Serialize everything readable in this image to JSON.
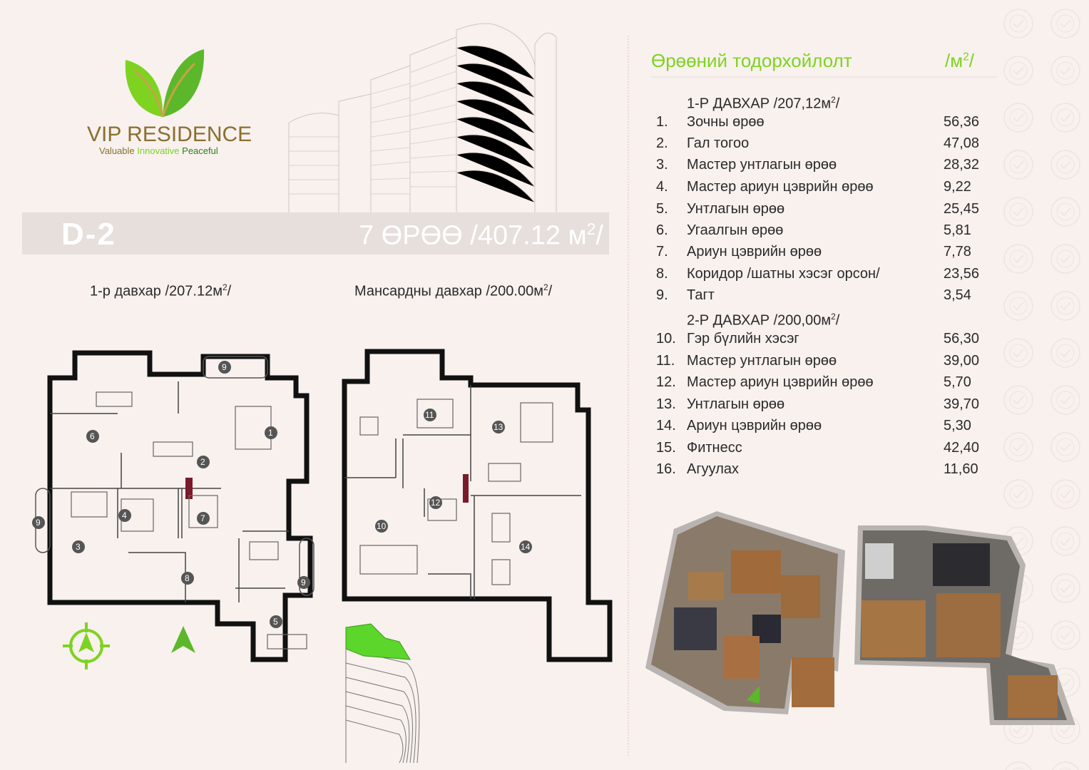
{
  "brand": {
    "name": "VIP RESIDENCE",
    "tagline": [
      "Valuable",
      "Innovative",
      "Peaceful"
    ],
    "colors": {
      "green": "#7ed321",
      "gold": "#8a6f2e",
      "dark_green": "#2e7d1f"
    }
  },
  "apartment": {
    "code": "D-2",
    "summary_main": "7 ӨРӨӨ /407.12 м",
    "summary_sup": "2",
    "summary_end": "/"
  },
  "floors": {
    "first": {
      "label": "1-р давхар /207.12м",
      "sup": "2",
      "end": "/"
    },
    "mansard": {
      "label": "Мансардны давхар /200.00м",
      "sup": "2",
      "end": "/"
    }
  },
  "spec": {
    "title": "Өрөөний тодорхойлолт",
    "unit": "/м",
    "unit_sup": "2",
    "unit_end": "/",
    "sections": [
      {
        "heading": "1-Р ДАВХАР  /207,12м",
        "heading_sup": "2",
        "heading_end": "/",
        "rows": [
          {
            "num": "1.",
            "name": "Зочны өрөө",
            "area": "56,36"
          },
          {
            "num": "2.",
            "name": "Гал тогоо",
            "area": "47,08"
          },
          {
            "num": "3.",
            "name": "Мастер унтлагын өрөө",
            "area": "28,32"
          },
          {
            "num": "4.",
            "name": "Мастер ариун цэврийн өрөө",
            "area": "9,22"
          },
          {
            "num": "5.",
            "name": "Унтлагын өрөө",
            "area": "25,45"
          },
          {
            "num": "6.",
            "name": "Угаалгын өрөө",
            "area": "5,81"
          },
          {
            "num": "7.",
            "name": "Ариун цэврийн өрөө",
            "area": "7,78"
          },
          {
            "num": "8.",
            "name": "Коридор /шатны хэсэг орсон/",
            "area": "23,56"
          },
          {
            "num": "9.",
            "name": "Тагт",
            "area": "3,54"
          }
        ]
      },
      {
        "heading": "2-Р ДАВХАР  /200,00м",
        "heading_sup": "2",
        "heading_end": "/",
        "rows": [
          {
            "num": "10.",
            "name": "Гэр бүлийн хэсэг",
            "area": "56,30"
          },
          {
            "num": "11.",
            "name": "Мастер унтлагын өрөө",
            "area": "39,00"
          },
          {
            "num": "12.",
            "name": "Мастер ариун цэврийн өрөө",
            "area": "5,70"
          },
          {
            "num": "13.",
            "name": "Унтлагын өрөө",
            "area": "39,70"
          },
          {
            "num": "14.",
            "name": "Ариун цэврийн өрөө",
            "area": "5,30"
          },
          {
            "num": "15.",
            "name": "Фитнесс",
            "area": "42,40"
          },
          {
            "num": "16.",
            "name": "Агуулах",
            "area": "11,60"
          }
        ]
      }
    ]
  },
  "plan_numbers": {
    "first_floor": [
      "1",
      "2",
      "3",
      "4",
      "5",
      "6",
      "7",
      "8",
      "9",
      "9",
      "9"
    ],
    "mansard": [
      "10",
      "11",
      "12",
      "13",
      "14"
    ]
  },
  "icons": [
    "leaf-logo-icon",
    "building-sketch-icon",
    "compass-icon",
    "north-arrow-icon",
    "building-position-icon",
    "render-3d-icon"
  ]
}
